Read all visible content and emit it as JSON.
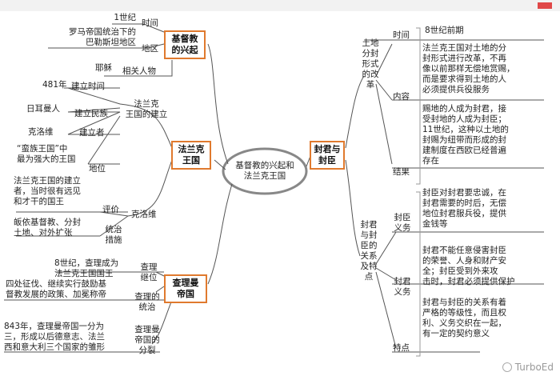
{
  "center": "基督教的兴起和\n法兰克王国",
  "hubs": {
    "christianity": "基督教\n的兴起",
    "franks": "法兰克\n王国",
    "charlemagne": "查理曼\n帝国",
    "feudal": "封君与\n封臣"
  },
  "christianity": {
    "time_label": "时间",
    "time_value": "1世纪",
    "region_label": "地区",
    "region_value": "罗马帝国统治下的\n巴勒斯坦地区",
    "person_label": "相关人物",
    "person_value": "耶稣"
  },
  "franks": {
    "founding_label": "法兰克\n王国的建立",
    "year_label": "建立时间",
    "year_value": "481年",
    "nation_label": "建立民族",
    "nation_value": "日耳曼人",
    "founder_label": "建立者",
    "founder_value": "克洛维",
    "status_label": "地位",
    "status_value": "“蛮族王国”中\n最为强大的王国",
    "clovis_label": "克洛维",
    "eval_label": "评价",
    "eval_value": "法兰克王国的建立\n者，当时很有远见\n和才干的国王",
    "measures_label": "统治\n措施",
    "measures_value": "皈依基督教、分封\n土地、对外扩张"
  },
  "charlemagne": {
    "succession_label": "查理\n继位",
    "succession_value": "8世纪，查理成为\n法兰克王国国王",
    "rule_label": "查理的\n统治",
    "rule_value": "四处征伐、继续实行鼓励基\n督教发展的政策、加冕称帝",
    "split_label": "查理曼\n帝国的\n分裂",
    "split_value": "843年，查理曼帝国一分为\n三，形成以后德意志、法兰\n西和意大利三个国家的雏形"
  },
  "feudal": {
    "land_label": "土地\n分封\n形式\n的改\n革",
    "land_time_label": "时间",
    "land_time_value": "8世纪前期",
    "land_content_label": "内容",
    "land_content_value": "法兰克王国对土地的分\n封形式进行改革，不再\n像以前那样无偿地赏赐，\n而是要求得到土地的人\n必须提供兵役服务",
    "land_result_label": "结果",
    "land_result_value": "赐地的人成为封君，接\n受封地的人成为封臣；\n11世纪，这种以土地的\n封赐为纽带而形成的封\n建制度在西欧已经普遍\n存在",
    "relation_label": "封君\n与封\n臣的\n关系\n及特\n点",
    "vassal_duty_label": "封臣\n义务",
    "vassal_duty_value": "封臣对封君要忠诚，在\n封君需要的时后，无偿\n地位封君服兵役，提供\n金钱等",
    "lord_duty_label": "封君\n义务",
    "lord_duty_value": "封君不能任意侵害封臣\n的荣誉、人身和财产安\n全；封臣受到外来攻\n击时，封君必须提供保护",
    "feature_label": "特点",
    "feature_value": "封君与封臣的关系有着\n严格的等级性，而且权\n利、义务交织在一起，\n有一定的契约意义"
  },
  "watermark": "TurboEd",
  "colors": {
    "hub_border": "#e07a2e",
    "line": "#555555",
    "center_ring": "#888888"
  }
}
